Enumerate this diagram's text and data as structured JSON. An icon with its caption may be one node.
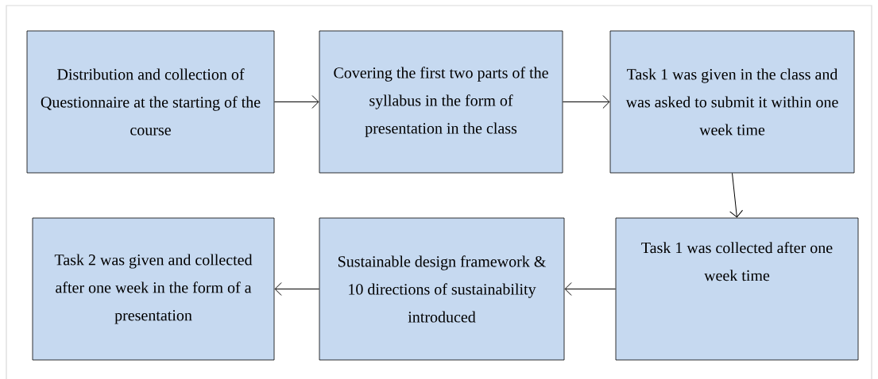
{
  "diagram": {
    "nodes": [
      {
        "text": [
          "Distribution and collection of Questionnaire at the starting of the course"
        ]
      },
      {
        "text": [
          "Covering the first two parts of the syllabus in the form of presentation in the class"
        ]
      },
      {
        "text": [
          "Task 1 was given in the class and was asked to submit it within one week time"
        ]
      },
      {
        "text": [
          "Task 1 was collected after one week time"
        ]
      },
      {
        "text": [
          "Sustainable design framework & 10 directions of sustainability introduced"
        ]
      },
      {
        "text": [
          "Task 2 was given and collected after one week in the form of a presentation"
        ]
      }
    ],
    "edges": [
      {
        "from": 0,
        "to": 1,
        "arrow": "to"
      },
      {
        "from": 1,
        "to": 2,
        "arrow": "to"
      },
      {
        "from": 2,
        "to": 3,
        "arrow": "to"
      },
      {
        "from": 3,
        "to": 4,
        "arrow": "to"
      },
      {
        "from": 4,
        "to": 5,
        "arrow": "to"
      }
    ]
  }
}
